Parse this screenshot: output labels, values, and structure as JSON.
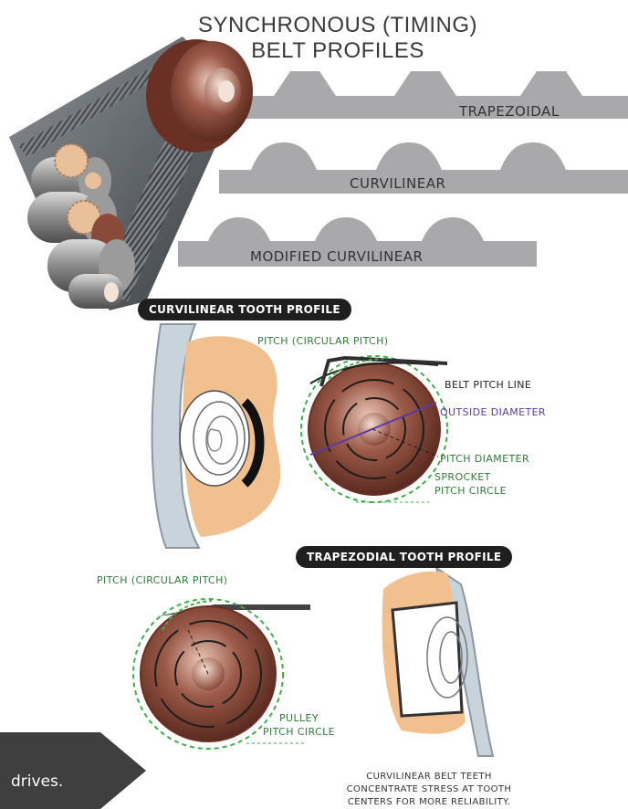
{
  "title": {
    "line1": "SYNCHRONOUS (TIMING)",
    "line2": "BELT PROFILES"
  },
  "profiles": [
    "TRAPEZOIDAL",
    "CURVILINEAR",
    "MODIFIED CURVILINEAR"
  ],
  "curvilinear_section": {
    "heading": "CURVILINEAR TOOTH PROFILE",
    "pitch_label": "PITCH (CIRCULAR PITCH)",
    "belt_pitch_line": "BELT PITCH LINE",
    "outside_diameter": "OUTSIDE DIAMETER",
    "pitch_diameter": "PITCH DIAMETER",
    "sprocket_pitch_circle_1": "SPROCKET",
    "sprocket_pitch_circle_2": "PITCH CIRCLE"
  },
  "trapezoidal_section": {
    "heading": "TRAPEZODIAL TOOTH PROFILE",
    "pitch_label": "PITCH (CIRCULAR PITCH)",
    "pulley_pitch_circle_1": "PULLEY",
    "pulley_pitch_circle_2": "PITCH CIRCLE"
  },
  "caption": {
    "line1": "CURVILINEAR BELT TEETH",
    "line2": "CONCENTRATE STRESS AT TOOTH",
    "line3": "CENTERS FOR MORE RELIABILITY."
  },
  "callout": {
    "text": "drives."
  },
  "colors": {
    "belt_gray": "#a9a9ab",
    "sprocket_brown": "#8a4a3a",
    "flesh": "#f2c08f",
    "green": "#2d7d3a",
    "purple": "#5b3aa8"
  }
}
